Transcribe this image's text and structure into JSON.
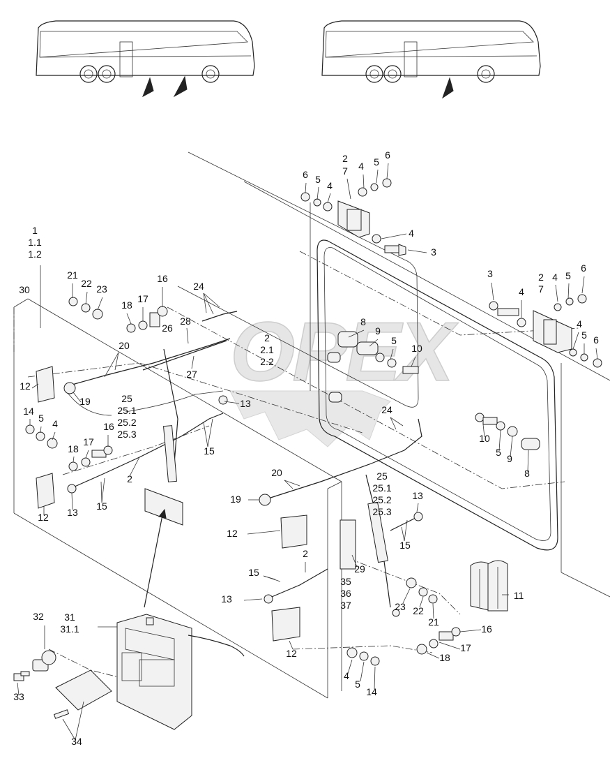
{
  "diagram": {
    "watermark": "OPEX",
    "callouts": [
      {
        "id": "c1",
        "lines": [
          "2"
        ]
      },
      {
        "id": "c2",
        "lines": [
          "7"
        ]
      },
      {
        "id": "c3",
        "lines": [
          "4"
        ]
      },
      {
        "id": "c4",
        "lines": [
          "5"
        ]
      },
      {
        "id": "c5",
        "lines": [
          "6"
        ]
      },
      {
        "id": "c6",
        "lines": [
          "6"
        ]
      },
      {
        "id": "c7",
        "lines": [
          "5"
        ]
      },
      {
        "id": "c8",
        "lines": [
          "4"
        ]
      },
      {
        "id": "c9",
        "lines": [
          "4"
        ]
      },
      {
        "id": "c10",
        "lines": [
          "3"
        ]
      },
      {
        "id": "c11",
        "lines": [
          "1",
          "1.1",
          "1.2"
        ]
      },
      {
        "id": "c12",
        "lines": [
          "21"
        ]
      },
      {
        "id": "c13",
        "lines": [
          "22"
        ]
      },
      {
        "id": "c14",
        "lines": [
          "23"
        ]
      },
      {
        "id": "c15",
        "lines": [
          "30"
        ]
      },
      {
        "id": "c16",
        "lines": [
          "18"
        ]
      },
      {
        "id": "c17",
        "lines": [
          "17"
        ]
      },
      {
        "id": "c18",
        "lines": [
          "16"
        ]
      },
      {
        "id": "c19",
        "lines": [
          "24"
        ]
      },
      {
        "id": "c20",
        "lines": [
          "26"
        ]
      },
      {
        "id": "c21",
        "lines": [
          "28"
        ]
      },
      {
        "id": "c22",
        "lines": [
          "20"
        ]
      },
      {
        "id": "c23",
        "lines": [
          "27"
        ]
      },
      {
        "id": "c24",
        "lines": [
          "12"
        ]
      },
      {
        "id": "c25",
        "lines": [
          "19"
        ]
      },
      {
        "id": "c26",
        "lines": [
          "2",
          "2.1",
          "2.2"
        ]
      },
      {
        "id": "c27",
        "lines": [
          "8"
        ]
      },
      {
        "id": "c28",
        "lines": [
          "9"
        ]
      },
      {
        "id": "c29",
        "lines": [
          "5"
        ]
      },
      {
        "id": "c30",
        "lines": [
          "10"
        ]
      },
      {
        "id": "c31",
        "lines": [
          "3"
        ]
      },
      {
        "id": "c32",
        "lines": [
          "2"
        ]
      },
      {
        "id": "c33",
        "lines": [
          "7"
        ]
      },
      {
        "id": "c34",
        "lines": [
          "4"
        ]
      },
      {
        "id": "c35",
        "lines": [
          "5"
        ]
      },
      {
        "id": "c36",
        "lines": [
          "6"
        ]
      },
      {
        "id": "c37",
        "lines": [
          "4"
        ]
      },
      {
        "id": "c38",
        "lines": [
          "4"
        ]
      },
      {
        "id": "c39",
        "lines": [
          "5"
        ]
      },
      {
        "id": "c40",
        "lines": [
          "6"
        ]
      },
      {
        "id": "c41",
        "lines": [
          "25",
          "25.1",
          "25.2",
          "25.3"
        ]
      },
      {
        "id": "c42",
        "lines": [
          "13"
        ]
      },
      {
        "id": "c43",
        "lines": [
          "14"
        ]
      },
      {
        "id": "c44",
        "lines": [
          "5"
        ]
      },
      {
        "id": "c45",
        "lines": [
          "4"
        ]
      },
      {
        "id": "c46",
        "lines": [
          "16"
        ]
      },
      {
        "id": "c47",
        "lines": [
          "18"
        ]
      },
      {
        "id": "c48",
        "lines": [
          "17"
        ]
      },
      {
        "id": "c49",
        "lines": [
          "15"
        ]
      },
      {
        "id": "c50",
        "lines": [
          "2"
        ]
      },
      {
        "id": "c51",
        "lines": [
          "12"
        ]
      },
      {
        "id": "c52",
        "lines": [
          "13"
        ]
      },
      {
        "id": "c53",
        "lines": [
          "15"
        ]
      },
      {
        "id": "c54",
        "lines": [
          "24"
        ]
      },
      {
        "id": "c55",
        "lines": [
          "10"
        ]
      },
      {
        "id": "c56",
        "lines": [
          "5"
        ]
      },
      {
        "id": "c57",
        "lines": [
          "9"
        ]
      },
      {
        "id": "c58",
        "lines": [
          "8"
        ]
      },
      {
        "id": "c59",
        "lines": [
          "20"
        ]
      },
      {
        "id": "c60",
        "lines": [
          "19"
        ]
      },
      {
        "id": "c61",
        "lines": [
          "25",
          "25.1",
          "25.2",
          "25.3"
        ]
      },
      {
        "id": "c62",
        "lines": [
          "13"
        ]
      },
      {
        "id": "c63",
        "lines": [
          "12"
        ]
      },
      {
        "id": "c64",
        "lines": [
          "15"
        ]
      },
      {
        "id": "c65",
        "lines": [
          "2"
        ]
      },
      {
        "id": "c66",
        "lines": [
          "29"
        ]
      },
      {
        "id": "c67",
        "lines": [
          "15"
        ]
      },
      {
        "id": "c68",
        "lines": [
          "35",
          "36",
          "37"
        ]
      },
      {
        "id": "c69",
        "lines": [
          "13"
        ]
      },
      {
        "id": "c70",
        "lines": [
          "23"
        ]
      },
      {
        "id": "c71",
        "lines": [
          "22"
        ]
      },
      {
        "id": "c72",
        "lines": [
          "21"
        ]
      },
      {
        "id": "c73",
        "lines": [
          "11"
        ]
      },
      {
        "id": "c74",
        "lines": [
          "32"
        ]
      },
      {
        "id": "c75",
        "lines": [
          "31",
          "31.1"
        ]
      },
      {
        "id": "c76",
        "lines": [
          "12"
        ]
      },
      {
        "id": "c77",
        "lines": [
          "16"
        ]
      },
      {
        "id": "c78",
        "lines": [
          "17"
        ]
      },
      {
        "id": "c79",
        "lines": [
          "18"
        ]
      },
      {
        "id": "c80",
        "lines": [
          "33"
        ]
      },
      {
        "id": "c81",
        "lines": [
          "4"
        ]
      },
      {
        "id": "c82",
        "lines": [
          "5"
        ]
      },
      {
        "id": "c83",
        "lines": [
          "14"
        ]
      },
      {
        "id": "c84",
        "lines": [
          "34"
        ]
      }
    ]
  }
}
